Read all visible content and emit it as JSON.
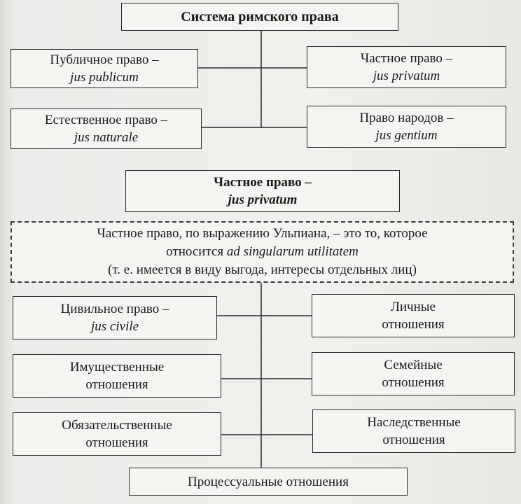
{
  "top": {
    "root": "Система римского права",
    "public": {
      "name": "Публичное право –",
      "latin": "jus publicum"
    },
    "private": {
      "name": "Частное право –",
      "latin": "jus privatum"
    },
    "natural": {
      "name": "Естественное право –",
      "latin": "jus naturale"
    },
    "peoples": {
      "name": "Право народов –",
      "latin": "jus gentium"
    }
  },
  "bottom": {
    "root": {
      "name": "Частное право –",
      "latin": "jus privatum"
    },
    "note": {
      "line1": "Частное право, по выражению Ульпиана, – это то, которое",
      "line2_pre": "относится",
      "line2_latin": "ad singularum utilitatem",
      "line3": "(т. е. имеется в виду выгода, интересы отдельных лиц)"
    },
    "civil": {
      "name": "Цивильное право –",
      "latin": "jus civile"
    },
    "personal": {
      "line1": "Личные",
      "line2": "отношения"
    },
    "property": {
      "line1": "Имущественные",
      "line2": "отношения"
    },
    "family": {
      "line1": "Семейные",
      "line2": "отношения"
    },
    "obligation": {
      "line1": "Обязательственные",
      "line2": "отношения"
    },
    "inheritance": {
      "line1": "Наследственные",
      "line2": "отношения"
    },
    "procedural": "Процессуальные отношения"
  }
}
